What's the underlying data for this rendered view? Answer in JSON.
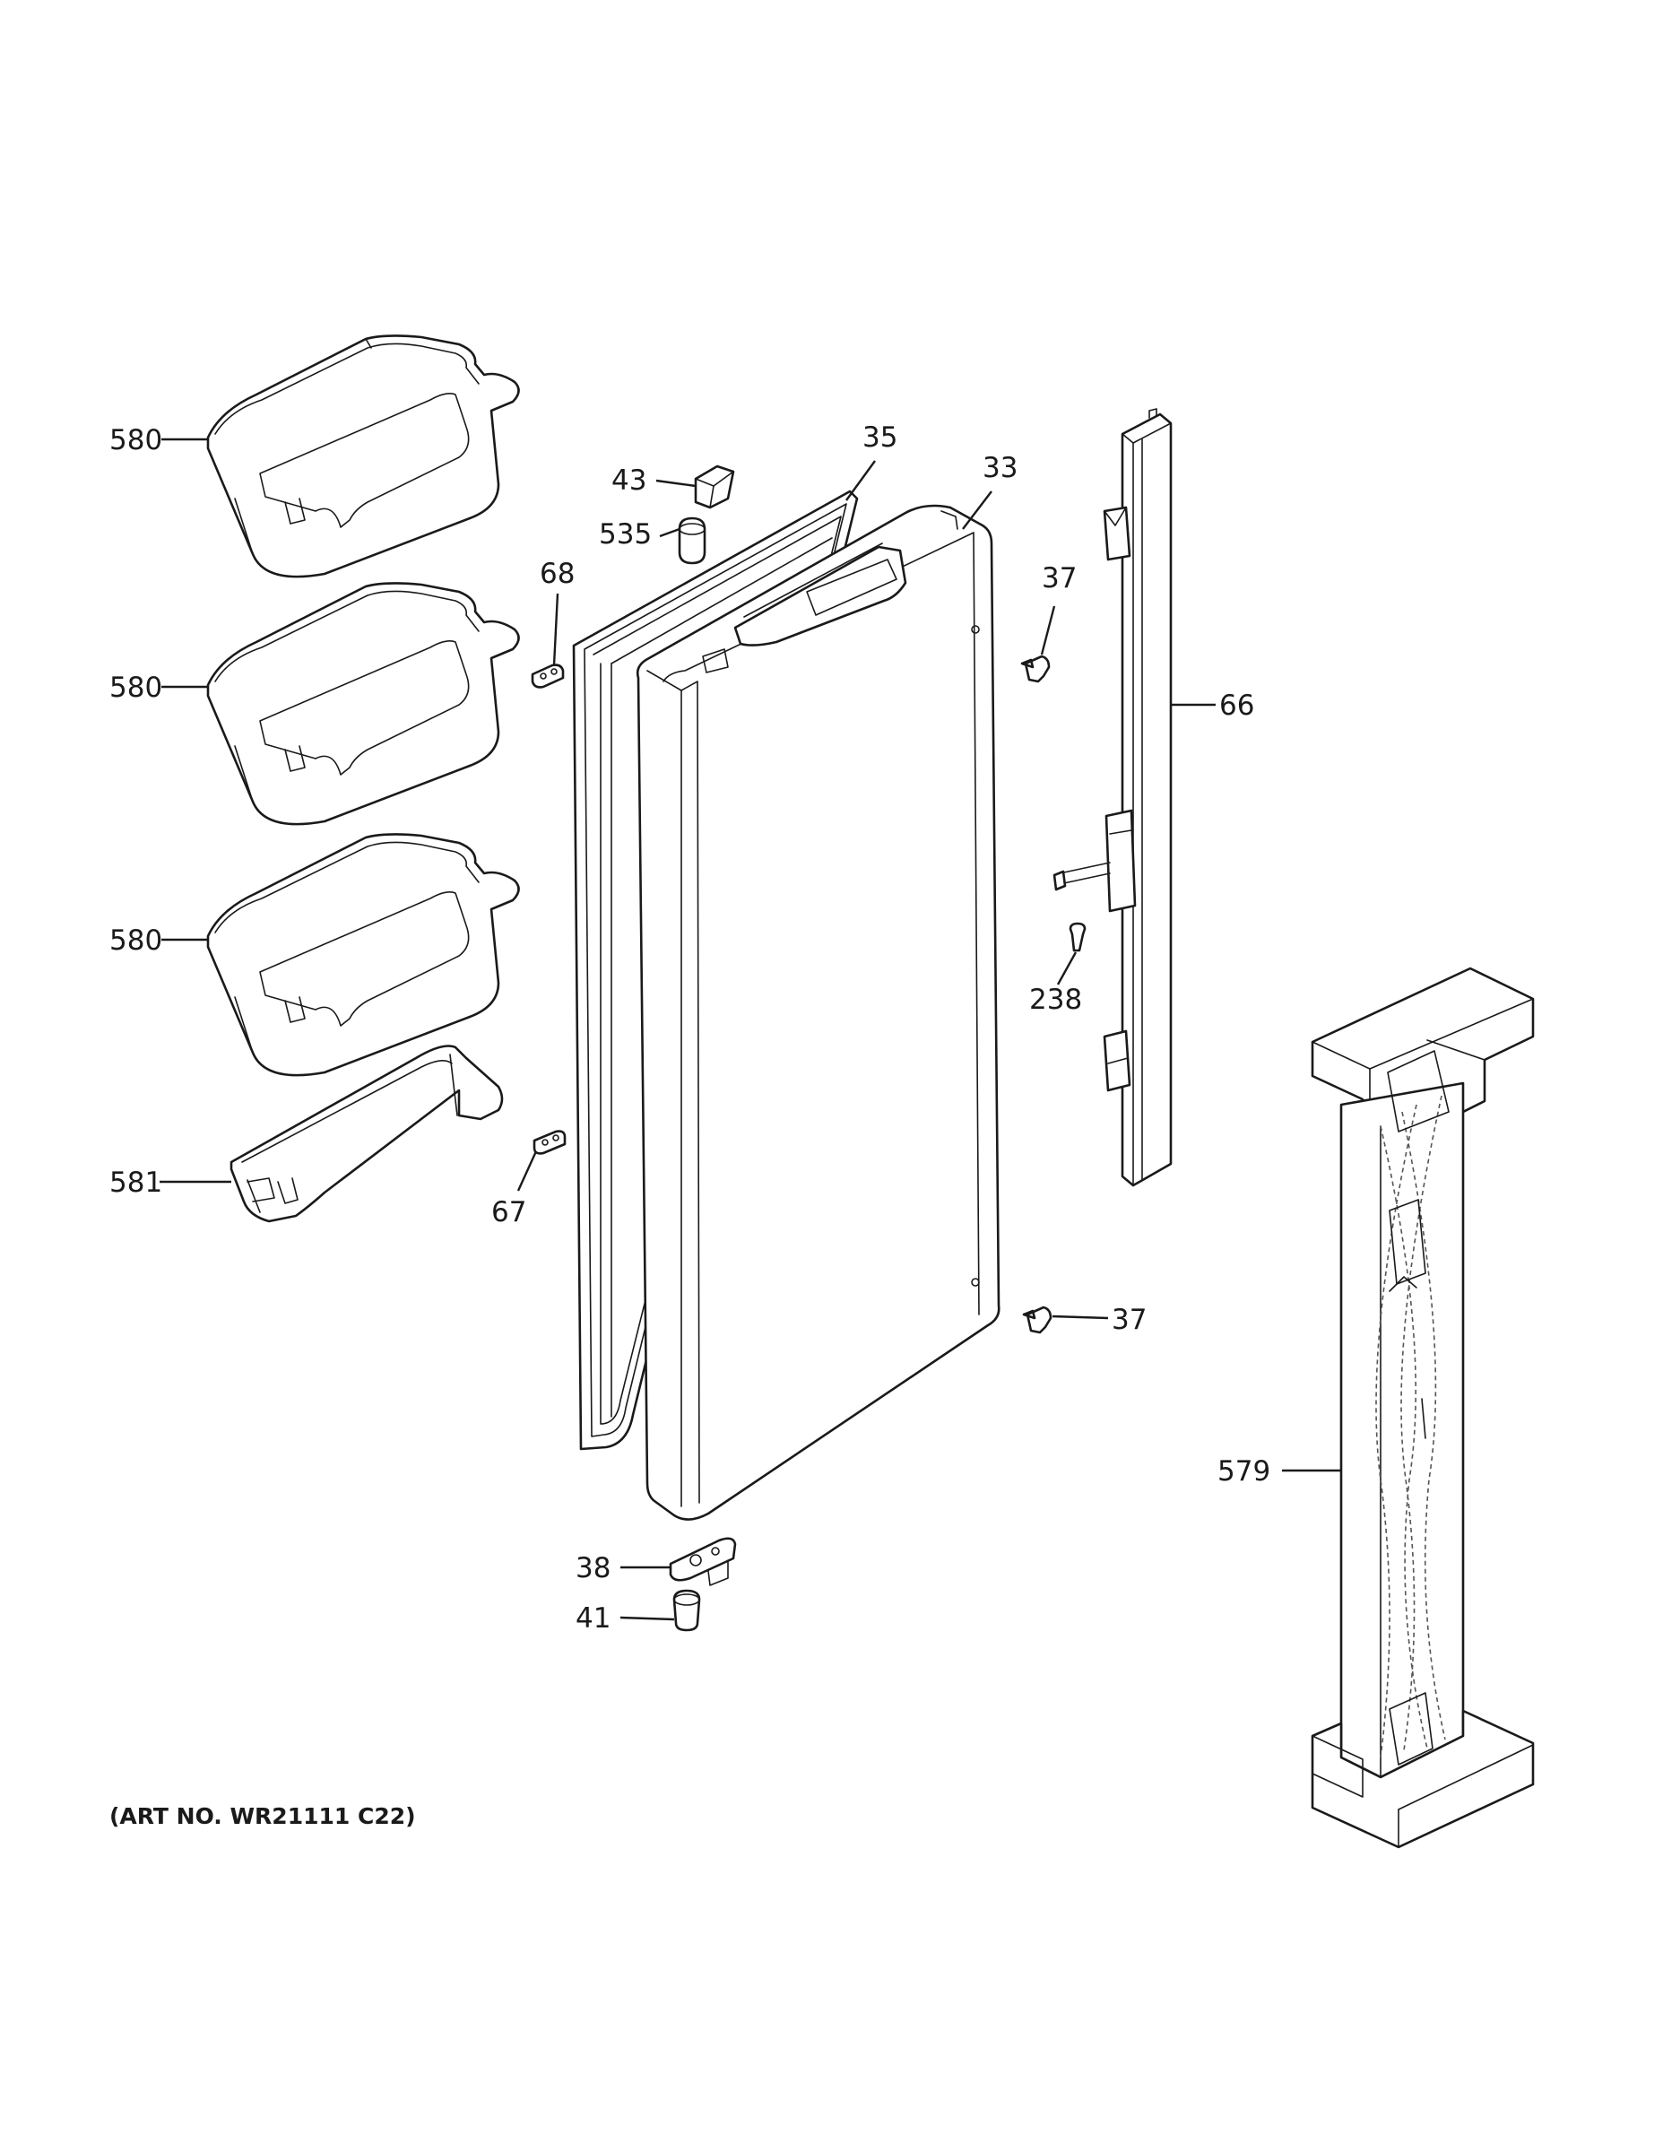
{
  "callouts": {
    "bin_top": "580",
    "bin_second": "580",
    "bin_third": "580",
    "bin_small": "581",
    "gasket": "35",
    "door": "33",
    "cap_top": "43",
    "bushing_top": "535",
    "clip_top": "68",
    "clip_bottom": "67",
    "screw_top": "37",
    "screw_bottom": "37",
    "handle_trim": "66",
    "screw_mid": "238",
    "mullion": "579",
    "hinge_bottom": "38",
    "bushing_bottom": "41"
  },
  "footer": {
    "art_number": "(ART NO. WR21111 C22)"
  }
}
